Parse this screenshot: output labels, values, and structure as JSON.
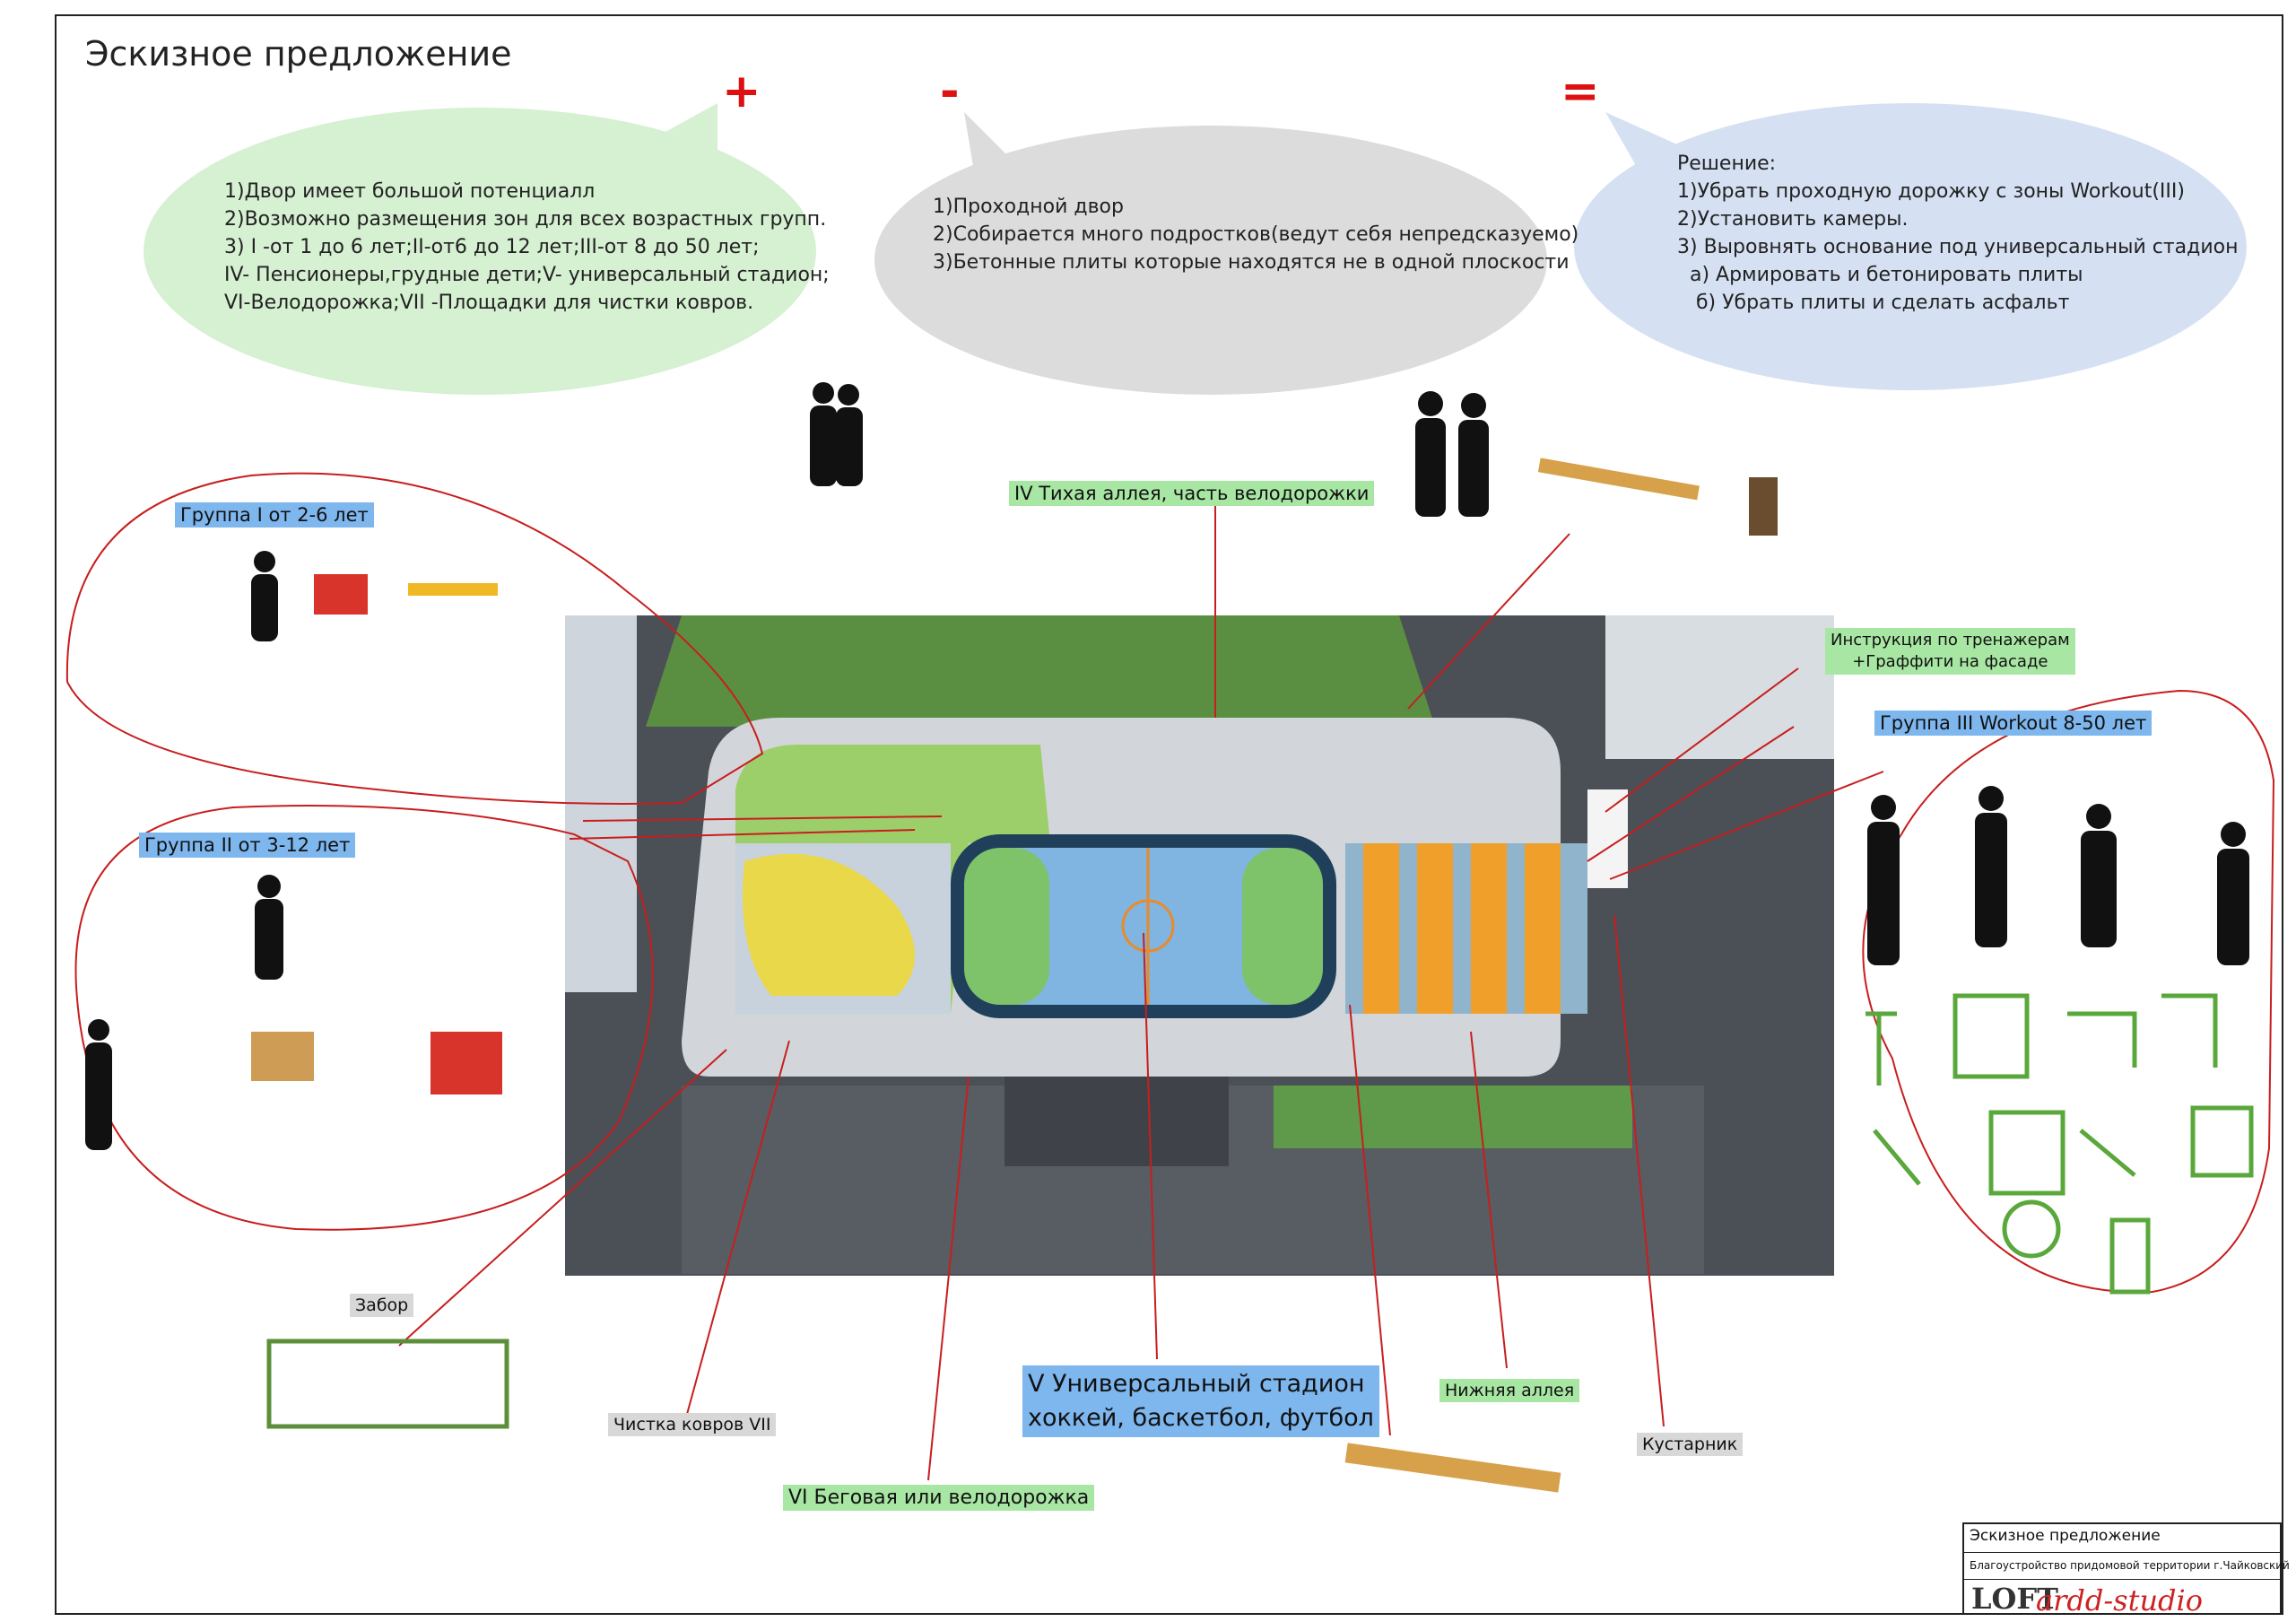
{
  "title": "Эскизное предложение",
  "symbols": {
    "plus": "+",
    "minus": "-",
    "equals": "="
  },
  "pros": [
    "1)Двор имеет большой потенциалл",
    "2)Возможно размещения зон для всех возрастных групп.",
    "3) I -от 1 до 6 лет;II-от6 до 12 лет;III-от 8 до 50 лет;",
    "IV- Пенсионеры,грудные дети;V- универсальный стадион;",
    "VI-Велодорожка;VII -Площадки для чистки ковров."
  ],
  "cons": [
    "1)Проходной двор",
    "2)Собирается много подростков(ведут себя непредсказуемо)",
    "3)Бетонные плиты которые находятся не в одной плоскости"
  ],
  "solution": [
    "Решение:",
    "1)Убрать проходную дорожку с зоны Workout(III)",
    "2)Установить камеры.",
    "3) Выровнять основание под универсальный стадион",
    "  а) Армировать и бетонировать плиты",
    "   б) Убрать плиты и сделать асфальт"
  ],
  "labels": {
    "group1": "Группа I от 2-6 лет",
    "group2": "Группа II от 3-12 лет",
    "group3": "Группа III Workout 8-50 лет",
    "alley4": "IV Тихая аллея, часть велодорожки",
    "instructions_1": "Инструкция по тренажерам",
    "instructions_2": "+Граффити на фасаде",
    "fence": "Забор",
    "carpets": "Чистка ковров VII",
    "stadium_1": "V Универсальный стадион",
    "stadium_2": "хоккей, баскетбол, футбол",
    "track": "VI Беговая или велодорожка",
    "lower_alley": "Нижняя аллея",
    "shrubs": "Кустарник"
  },
  "stamp": {
    "row1": "Эскизное предложение",
    "row2": "Благоустройство придомовой территории г.Чайковский",
    "logo_left": "LOFT",
    "logo_right": "ardd-studio"
  },
  "colors": {
    "pros_bubble": "#d6f0d2",
    "cons_bubble": "#dcdcdc",
    "solution_bubble": "#d5e1f3",
    "marker": "#d11111",
    "court": "#7fb5e0",
    "workout": "#f0a02a",
    "grass": "#5f9a4a"
  }
}
